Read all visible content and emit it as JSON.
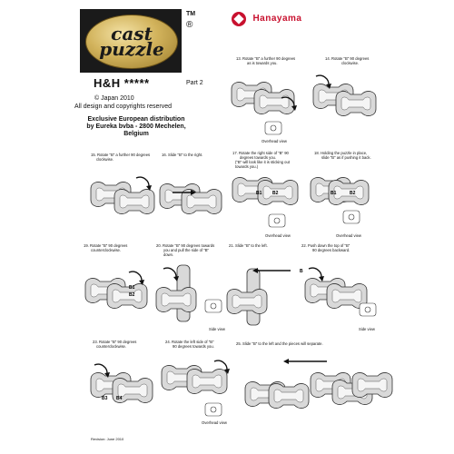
{
  "header": {
    "logo_text_line1": "cast",
    "logo_text_line2": "puzzle",
    "trademark": "TM",
    "registered": "®",
    "puzzle_name": "H&H *****",
    "part": "Part 2",
    "copyright_line": "© Japan 2010",
    "rights_line": "All design and copyrights reserved",
    "distribution": [
      "Exclusive European distribution",
      "by Eureka bvba - 2800 Mechelen,",
      "Belgium"
    ],
    "brand": "Hanayama",
    "colors": {
      "brand_red": "#c8102e",
      "logo_gold": "#d2b35c",
      "logo_bg": "#1a1a1a"
    }
  },
  "steps": [
    {
      "id": "13",
      "text": [
        "13. Rotate \"B\" a further 90 degrees",
        "as is towards you."
      ]
    },
    {
      "id": "14",
      "text": [
        "14. Rotate \"B\" 90 degrees",
        "clockwise."
      ]
    },
    {
      "id": "15",
      "text": [
        "15. Rotate \"B\" a further 90 degrees",
        "clockwise."
      ]
    },
    {
      "id": "16",
      "text": [
        "16. Slide \"B\" to the right."
      ]
    },
    {
      "id": "17",
      "text": [
        "17. Rotate the right side of \"B\" 90",
        "degrees towards you.",
        "(\"B\" will look like it is sticking out",
        "towards you.)"
      ]
    },
    {
      "id": "18",
      "text": [
        "18. Holding the puzzle in place,",
        "slide \"B\" as if pushing it back."
      ]
    },
    {
      "id": "19",
      "text": [
        "19. Rotate \"B\" 90 degrees",
        "counterclockwise."
      ]
    },
    {
      "id": "20",
      "text": [
        "20. Rotate \"B\" 90 degrees towards",
        "you and pull the side of \"B\"",
        "down."
      ]
    },
    {
      "id": "21",
      "text": [
        "21. Slide \"B\" to the left."
      ]
    },
    {
      "id": "22",
      "text": [
        "22. Push down the top of \"B\"",
        "90 degrees backward."
      ]
    },
    {
      "id": "23",
      "text": [
        "23. Rotate \"B\" 90 degrees",
        "counterclockwise."
      ]
    },
    {
      "id": "24",
      "text": [
        "24. Rotate the left side of \"B\"",
        "90 degrees towards you."
      ]
    },
    {
      "id": "25",
      "text": [
        "25. Slide \"B\" to the left and the pieces will separate."
      ]
    }
  ],
  "view_labels": {
    "overhead": "Overhead view",
    "side": "Side view"
  },
  "piece_labels": {
    "b": "B",
    "b1": "B1",
    "b2": "B2",
    "b3": "B3",
    "b4": "B4"
  },
  "revision": "Revision: June 2010"
}
